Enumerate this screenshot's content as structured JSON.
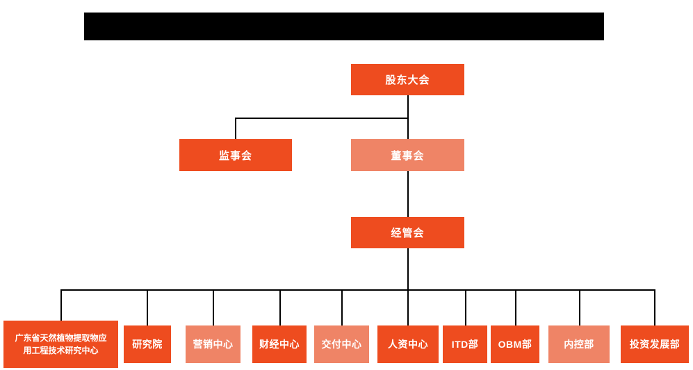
{
  "colors": {
    "primary": "#ee4c1f",
    "secondary": "#ef8466",
    "line": "#000000",
    "redacted": "#000000",
    "background": "#ffffff",
    "text": "#ffffff"
  },
  "nodes": {
    "shareholders": "股东大会",
    "supervisory": "监事会",
    "board": "董事会",
    "management": "经管会"
  },
  "departments": [
    {
      "label": "广东省天然植物提取物应用工程技术研究中心"
    },
    {
      "label": "研究院"
    },
    {
      "label": "营销中心"
    },
    {
      "label": "财经中心"
    },
    {
      "label": "交付中心"
    },
    {
      "label": "人资中心"
    },
    {
      "label": "ITD部"
    },
    {
      "label": "OBM部"
    },
    {
      "label": "内控部"
    },
    {
      "label": "投资发展部"
    }
  ]
}
